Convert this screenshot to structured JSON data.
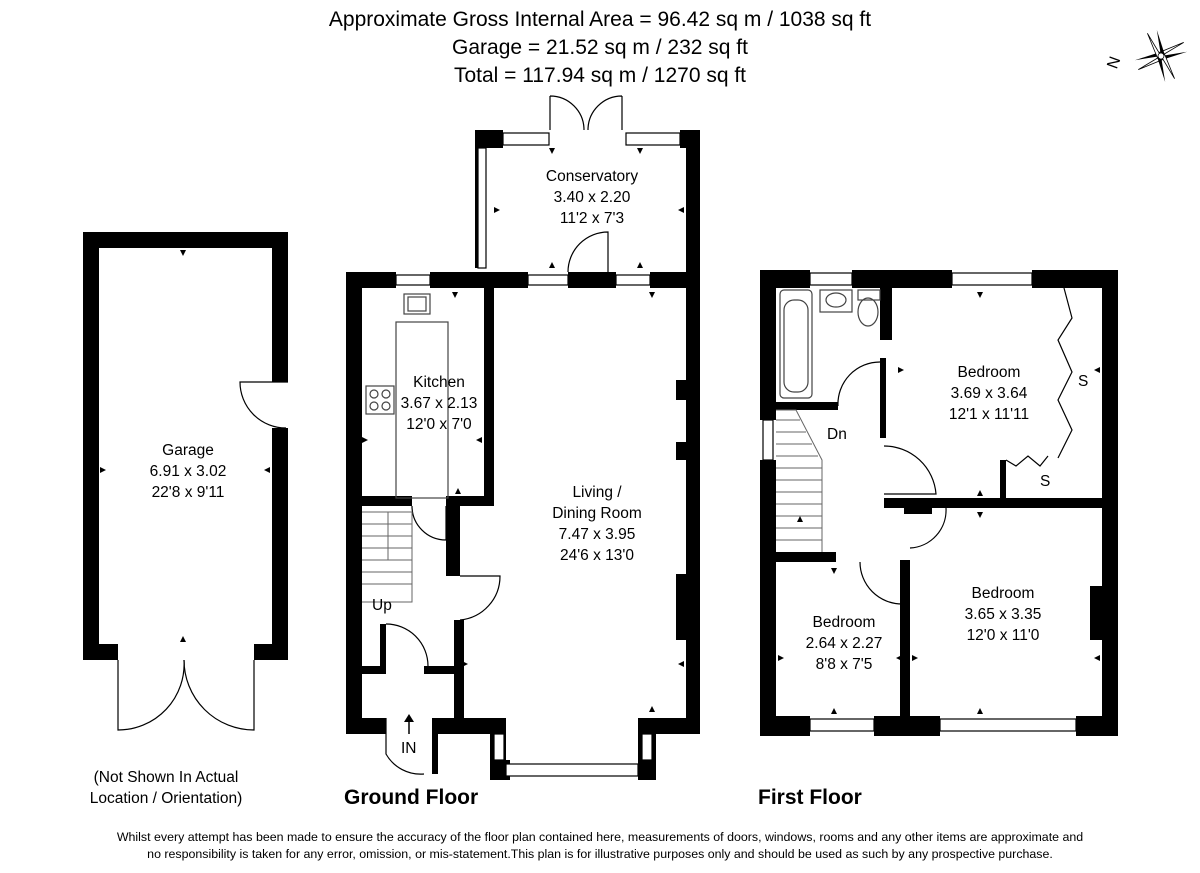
{
  "header": {
    "area_line": "Approximate Gross Internal Area = 96.42 sq m / 1038 sq ft",
    "garage_line": "Garage = 21.52 sq m / 232 sq ft",
    "total_line": "Total = 117.94 sq m / 1270 sq ft"
  },
  "compass": {
    "north_label": "N",
    "icon": "compass-rose-icon"
  },
  "garage": {
    "name": "Garage",
    "metric": "6.91 x 3.02",
    "imperial": "22'8 x 9'11",
    "note_line1": "(Not Shown In Actual",
    "note_line2": "Location / Orientation)"
  },
  "ground_floor": {
    "title": "Ground Floor",
    "conservatory": {
      "name": "Conservatory",
      "metric": "3.40 x 2.20",
      "imperial": "11'2 x 7'3"
    },
    "kitchen": {
      "name": "Kitchen",
      "metric": "3.67 x 2.13",
      "imperial": "12'0 x 7'0"
    },
    "living": {
      "name_line1": "Living /",
      "name_line2": "Dining Room",
      "metric": "7.47 x 3.95",
      "imperial": "24'6 x 13'0"
    },
    "stairs_label": "Up",
    "entrance_label": "IN"
  },
  "first_floor": {
    "title": "First Floor",
    "bedroom1": {
      "name": "Bedroom",
      "metric": "3.69 x 3.64",
      "imperial": "12'1 x 11'11"
    },
    "bedroom2": {
      "name": "Bedroom",
      "metric": "3.65 x 3.35",
      "imperial": "12'0 x 11'0"
    },
    "bedroom3": {
      "name": "Bedroom",
      "metric": "2.64 x 2.27",
      "imperial": "8'8 x 7'5"
    },
    "stairs_label": "Dn",
    "storage_label_1": "S",
    "storage_label_2": "S"
  },
  "disclaimer": {
    "line1": "Whilst every attempt has been made to ensure the accuracy of the floor plan contained here, measurements of doors, windows, rooms and any other items are approximate and",
    "line2": "no responsibility is taken for any error, omission, or mis-statement.This plan is for illustrative purposes only and should be used as such by any prospective purchase."
  },
  "colors": {
    "wall": "#000000",
    "background": "#ffffff",
    "fixture": "#444444"
  }
}
